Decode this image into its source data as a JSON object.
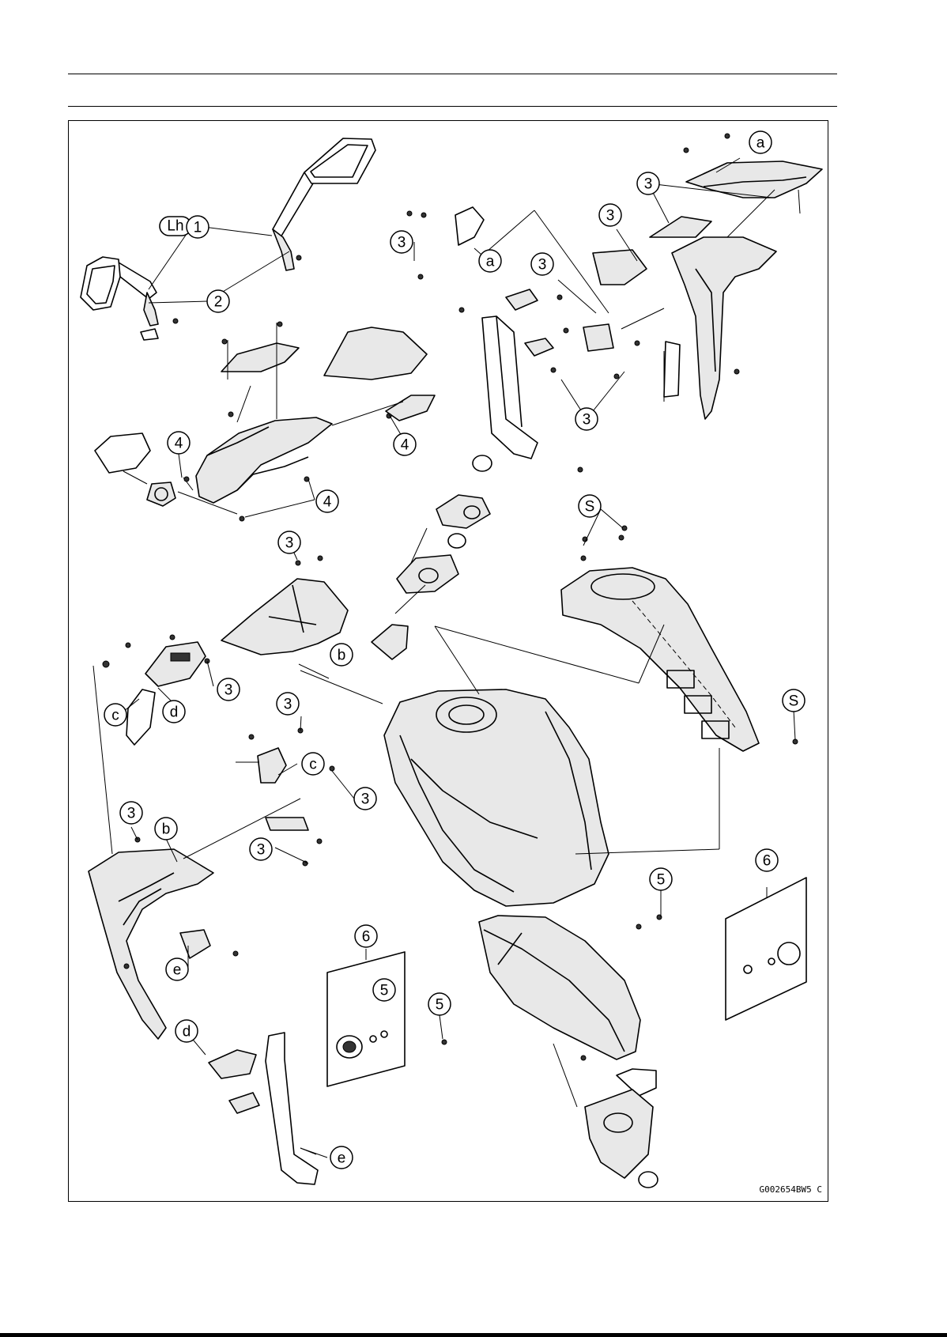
{
  "callouts": [
    {
      "id": "c-lh",
      "label": "Lh"
    },
    {
      "id": "c-1",
      "label": "1"
    },
    {
      "id": "c-2",
      "label": "2"
    },
    {
      "id": "c-3a",
      "label": "3"
    },
    {
      "id": "c-3b",
      "label": "3"
    },
    {
      "id": "c-3c",
      "label": "3"
    },
    {
      "id": "c-3d",
      "label": "3"
    },
    {
      "id": "c-3e",
      "label": "3"
    },
    {
      "id": "c-3f",
      "label": "3"
    },
    {
      "id": "c-3g",
      "label": "3"
    },
    {
      "id": "c-3h",
      "label": "3"
    },
    {
      "id": "c-3i",
      "label": "3"
    },
    {
      "id": "c-3j",
      "label": "3"
    },
    {
      "id": "c-3k",
      "label": "3"
    },
    {
      "id": "c-4a",
      "label": "4"
    },
    {
      "id": "c-4b",
      "label": "4"
    },
    {
      "id": "c-4c",
      "label": "4"
    },
    {
      "id": "c-5a",
      "label": "5"
    },
    {
      "id": "c-5b",
      "label": "5"
    },
    {
      "id": "c-5c",
      "label": "5"
    },
    {
      "id": "c-6a",
      "label": "6"
    },
    {
      "id": "c-6b",
      "label": "6"
    },
    {
      "id": "c-sa",
      "label": "S"
    },
    {
      "id": "c-sb",
      "label": "S"
    },
    {
      "id": "c-aa",
      "label": "a"
    },
    {
      "id": "c-ab",
      "label": "a"
    },
    {
      "id": "c-ba",
      "label": "b"
    },
    {
      "id": "c-bb",
      "label": "b"
    },
    {
      "id": "c-ca",
      "label": "c"
    },
    {
      "id": "c-cb",
      "label": "c"
    },
    {
      "id": "c-da",
      "label": "d"
    },
    {
      "id": "c-db",
      "label": "d"
    },
    {
      "id": "c-ea",
      "label": "e"
    },
    {
      "id": "c-eb",
      "label": "e"
    }
  ],
  "figure_code": "G002654BW5 C"
}
